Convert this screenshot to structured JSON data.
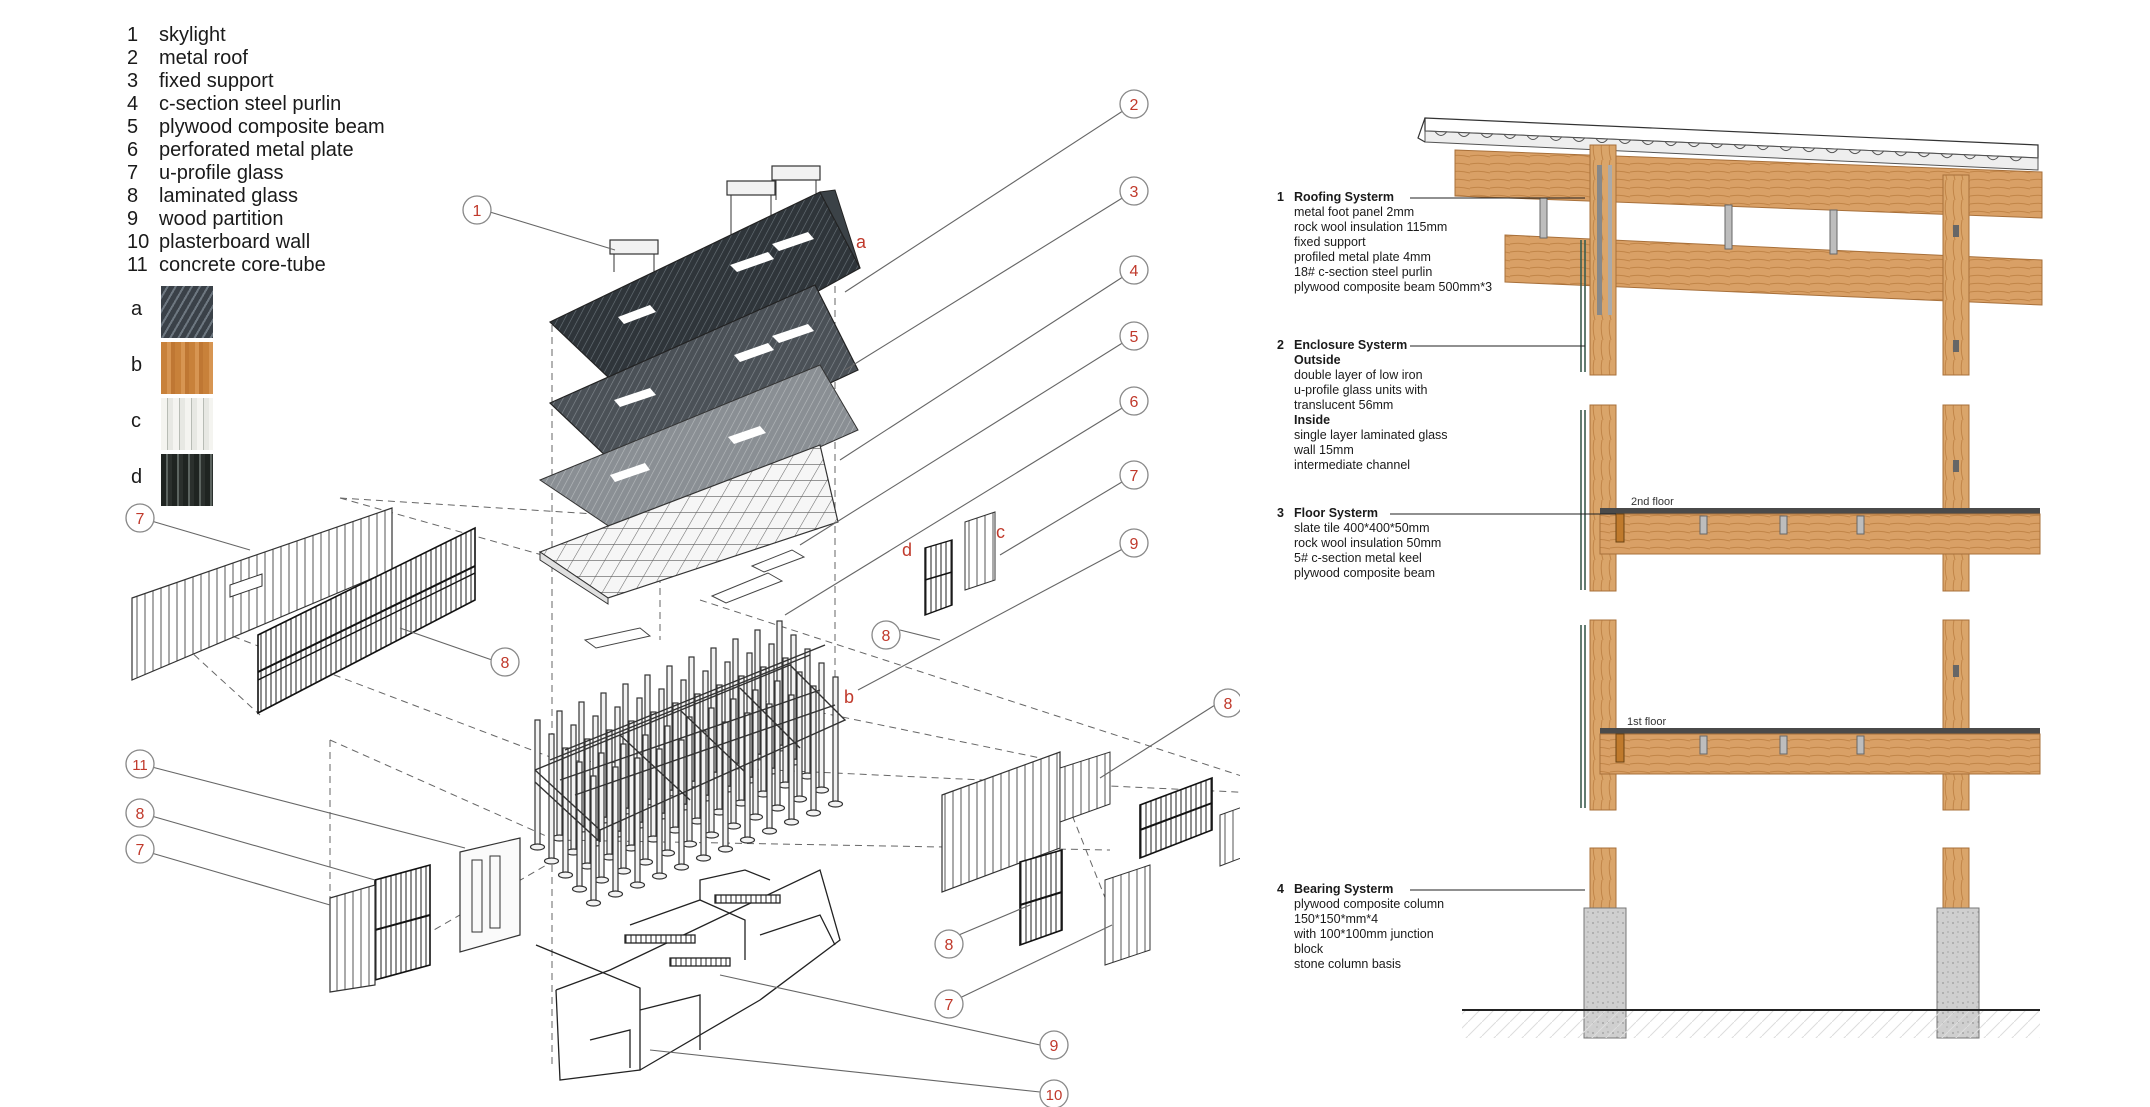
{
  "legend": [
    {
      "num": "1",
      "label": "skylight"
    },
    {
      "num": "2",
      "label": "metal roof"
    },
    {
      "num": "3",
      "label": "fixed support"
    },
    {
      "num": "4",
      "label": "c-section steel purlin"
    },
    {
      "num": "5",
      "label": "plywood composite beam"
    },
    {
      "num": "6",
      "label": "perforated metal plate"
    },
    {
      "num": "7",
      "label": "u-profile glass"
    },
    {
      "num": "8",
      "label": "laminated glass"
    },
    {
      "num": "9",
      "label": "wood partition"
    },
    {
      "num": "10",
      "label": "plasterboard wall"
    },
    {
      "num": "11",
      "label": "concrete core-tube"
    }
  ],
  "materials": [
    {
      "letter": "a",
      "color": "#3a4148"
    },
    {
      "letter": "b",
      "color": "#c8813a"
    },
    {
      "letter": "c",
      "color": "#e7e8e3"
    },
    {
      "letter": "d",
      "color": "#1f2421"
    }
  ],
  "callouts": [
    "1",
    "2",
    "3",
    "4",
    "5",
    "6",
    "7",
    "7",
    "7",
    "7",
    "8",
    "8",
    "8",
    "8",
    "8",
    "9",
    "9",
    "10",
    "11"
  ],
  "material_tags": [
    "a",
    "b",
    "c",
    "d"
  ],
  "sections": [
    {
      "num": "1",
      "title": "Roofing Systerm",
      "lines": [
        "metal foot panel  2mm",
        "rock wool insulation  115mm",
        "fixed support",
        "profiled metal plate  4mm",
        "18# c-section steel purlin",
        "plywood composite beam  500mm*3"
      ]
    },
    {
      "num": "2",
      "title": "Enclosure Systerm",
      "lines": [
        {
          "text": "Outside",
          "bold": true
        },
        "double layer of low iron",
        "u-profile glass units with",
        "translucent  56mm",
        {
          "text": "Inside",
          "bold": true
        },
        "single layer laminated glass",
        "wall  15mm",
        "intermediate channel"
      ]
    },
    {
      "num": "3",
      "title": "Floor Systerm",
      "lines": [
        "slate tile  400*400*50mm",
        "rock wool insulation  50mm",
        "5# c-section metal keel",
        "plywood composite beam"
      ]
    },
    {
      "num": "4",
      "title": "Bearing Systerm",
      "lines": [
        "plywood composite column",
        "150*150*mm*4",
        "with 100*100mm junction",
        "block",
        "stone column basis"
      ]
    }
  ],
  "floor_labels": [
    "2nd floor",
    "1st floor"
  ],
  "colors": {
    "callout": "#c0392b",
    "wood": "#d9a066",
    "wood_dark": "#b97a3c",
    "concrete": "#c9c9c9",
    "roof_dark": "#2e3338"
  }
}
